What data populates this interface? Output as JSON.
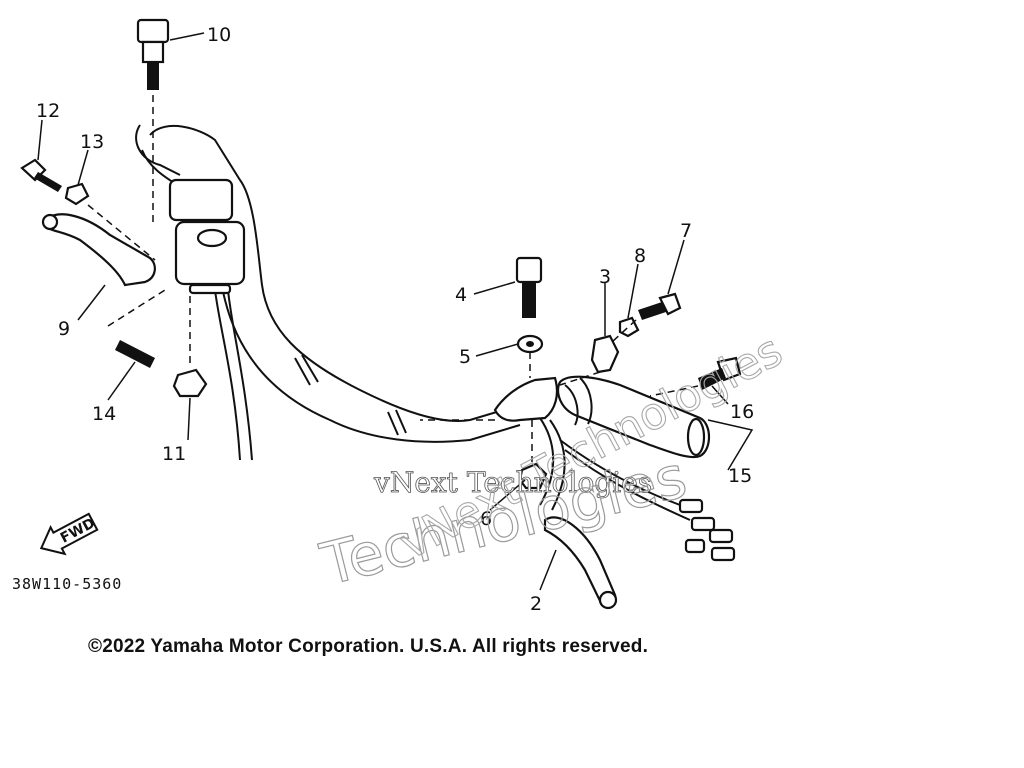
{
  "diagram": {
    "callouts": [
      {
        "id": "c1",
        "label": "2"
      },
      {
        "id": "c2",
        "label": "3"
      },
      {
        "id": "c3",
        "label": "4"
      },
      {
        "id": "c4",
        "label": "5"
      },
      {
        "id": "c5",
        "label": "6"
      },
      {
        "id": "c6",
        "label": "7"
      },
      {
        "id": "c7",
        "label": "8"
      },
      {
        "id": "c8",
        "label": "9"
      },
      {
        "id": "c9",
        "label": "10"
      },
      {
        "id": "c10",
        "label": "11"
      },
      {
        "id": "c11",
        "label": "12"
      },
      {
        "id": "c12",
        "label": "13"
      },
      {
        "id": "c13",
        "label": "14"
      },
      {
        "id": "c14",
        "label": "15"
      },
      {
        "id": "c15",
        "label": "16"
      }
    ],
    "fwd_label": "FWD",
    "diagram_code": "38W110-5360"
  },
  "watermark": {
    "line1": "vNext Technologies",
    "line2": "Technologies",
    "line3": "vNext Technologies"
  },
  "footer": {
    "copyright": "©2022 Yamaha Motor Corporation. U.S.A. All rights reserved."
  }
}
